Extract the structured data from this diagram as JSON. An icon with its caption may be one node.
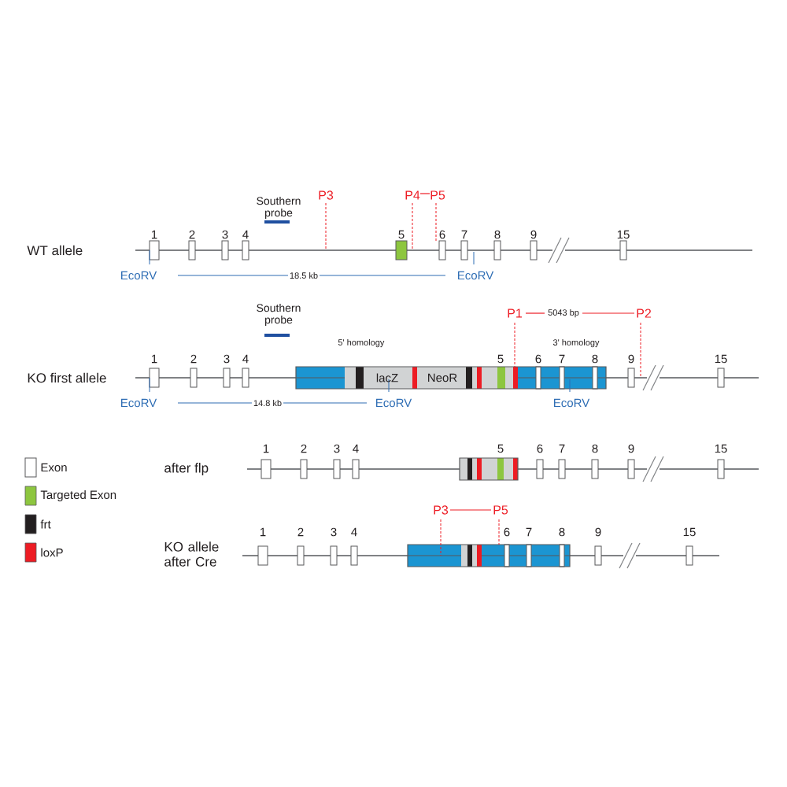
{
  "diagram": {
    "labels": [
      "Southern probe",
      "P3",
      "P4",
      "P5",
      "WT allele",
      "1",
      "2",
      "3",
      "4",
      "5",
      "6",
      "7",
      "8",
      "9",
      "15",
      "EcoRV",
      "18.5 kb",
      "EcoRV",
      "Southern probe",
      "P1",
      "5043 bp",
      "P2",
      "5' homology",
      "3' homology",
      "1",
      "2",
      "3",
      "4",
      "5",
      "6",
      "7",
      "8",
      "9",
      "15",
      "KO first allele",
      "lacZ",
      "NeoR",
      "EcoRV",
      "14.8 kb",
      "EcoRV",
      "EcoRV",
      "1",
      "2",
      "3",
      "4",
      "5",
      "6",
      "7",
      "8",
      "9",
      "15",
      "after flp",
      "P3",
      "P5",
      "1",
      "2",
      "3",
      "4",
      "6",
      "7",
      "8",
      "9",
      "15",
      "KO allele after Cre"
    ],
    "legend": [
      {
        "text": "Exon"
      },
      {
        "text": "Targeted Exon",
        "color": "#8dc63f"
      },
      {
        "text": "frt",
        "color": "#231f20"
      },
      {
        "text": "loxP",
        "color": "#ed1c24"
      }
    ]
  }
}
